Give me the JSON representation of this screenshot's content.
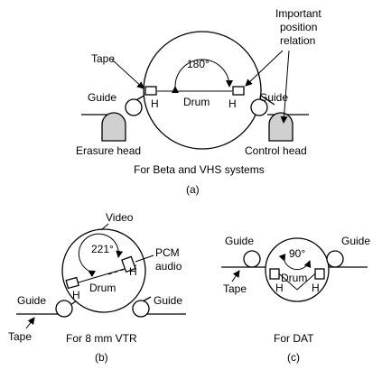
{
  "panel_a": {
    "tape": "Tape",
    "angle": "180°",
    "drum": "Drum",
    "guide_left": "Guide",
    "guide_right": "Guide",
    "head_left": "H",
    "head_right": "H",
    "erasure": "Erasure head",
    "control": "Control head",
    "important_lines": [
      "Important",
      "position",
      "relation"
    ],
    "caption": "For Beta and VHS systems",
    "letter": "(a)"
  },
  "panel_b": {
    "video": "Video",
    "angle": "221°",
    "pcm_lines": [
      "PCM",
      "audio"
    ],
    "head_left": "H",
    "head_right": "H",
    "drum": "Drum",
    "guide_left": "Guide",
    "guide_right": "Guide",
    "tape": "Tape",
    "caption": "For 8 mm VTR",
    "letter": "(b)"
  },
  "panel_c": {
    "guide_left": "Guide",
    "guide_right": "Guide",
    "angle": "90°",
    "drum": "Drum",
    "head_left": "H",
    "head_right": "H",
    "tape": "Tape",
    "caption": "For DAT",
    "letter": "(c)"
  }
}
